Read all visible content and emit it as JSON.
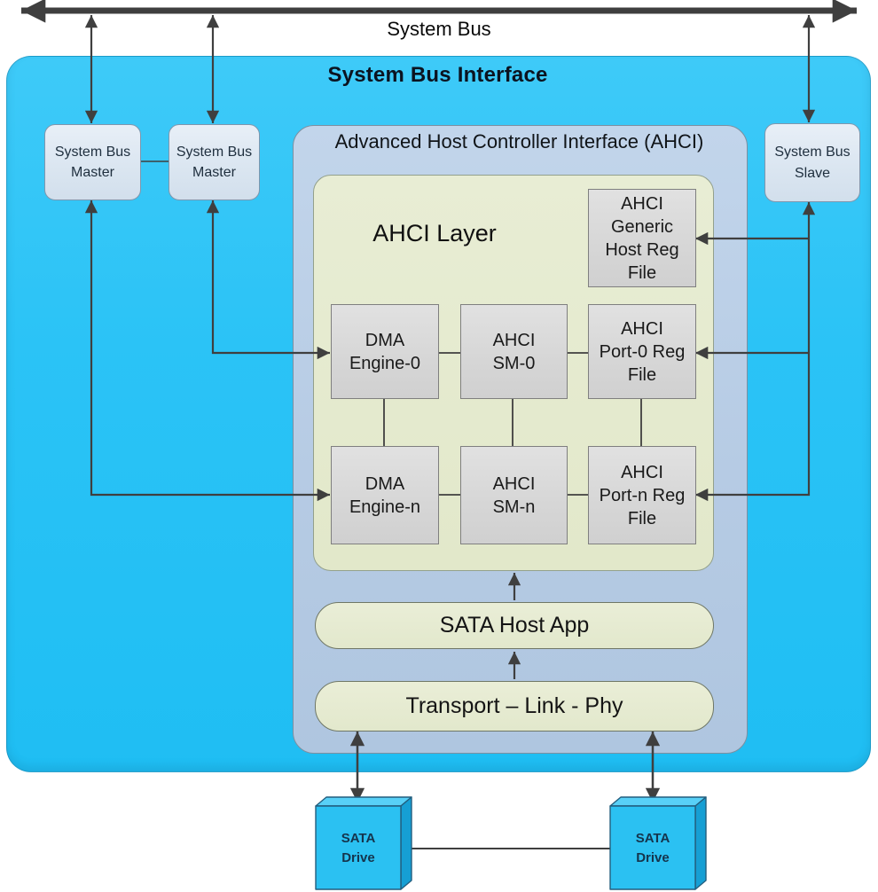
{
  "diagram": {
    "system_bus_label": "System Bus",
    "interface_title": "System Bus Interface",
    "ahci_title": "Advanced Host Controller Interface (AHCI)",
    "ahci_layer_title": "AHCI Layer",
    "nodes": {
      "master1": "System Bus\nMaster",
      "master2": "System Bus\nMaster",
      "slave": "System Bus\nSlave",
      "generic_host_reg": "AHCI\nGeneric\nHost Reg\nFile",
      "dma_engine_0": "DMA\nEngine-0",
      "ahci_sm_0": "AHCI\nSM-0",
      "port_0_reg": "AHCI\nPort-0 Reg\nFile",
      "dma_engine_n": "DMA\nEngine-n",
      "ahci_sm_n": "AHCI\nSM-n",
      "port_n_reg": "AHCI\nPort-n Reg\nFile",
      "sata_host_app": "SATA Host App",
      "transport_link_phy": "Transport – Link - Phy",
      "sata_drive_left": "SATA\nDrive",
      "sata_drive_right": "SATA\nDrive"
    },
    "colors": {
      "arrow": "#3f3f3f",
      "interface_fill": "#2bc3f6",
      "ahci_panel_fill": "#b6cbe4",
      "layer_fill": "#e4e9ce",
      "node_gray_fill": "#d9d9d9",
      "node_blue_fill": "#dce6f1",
      "pill_fill": "#e6ebd0",
      "drive_fill": "#2bc1f2"
    }
  }
}
